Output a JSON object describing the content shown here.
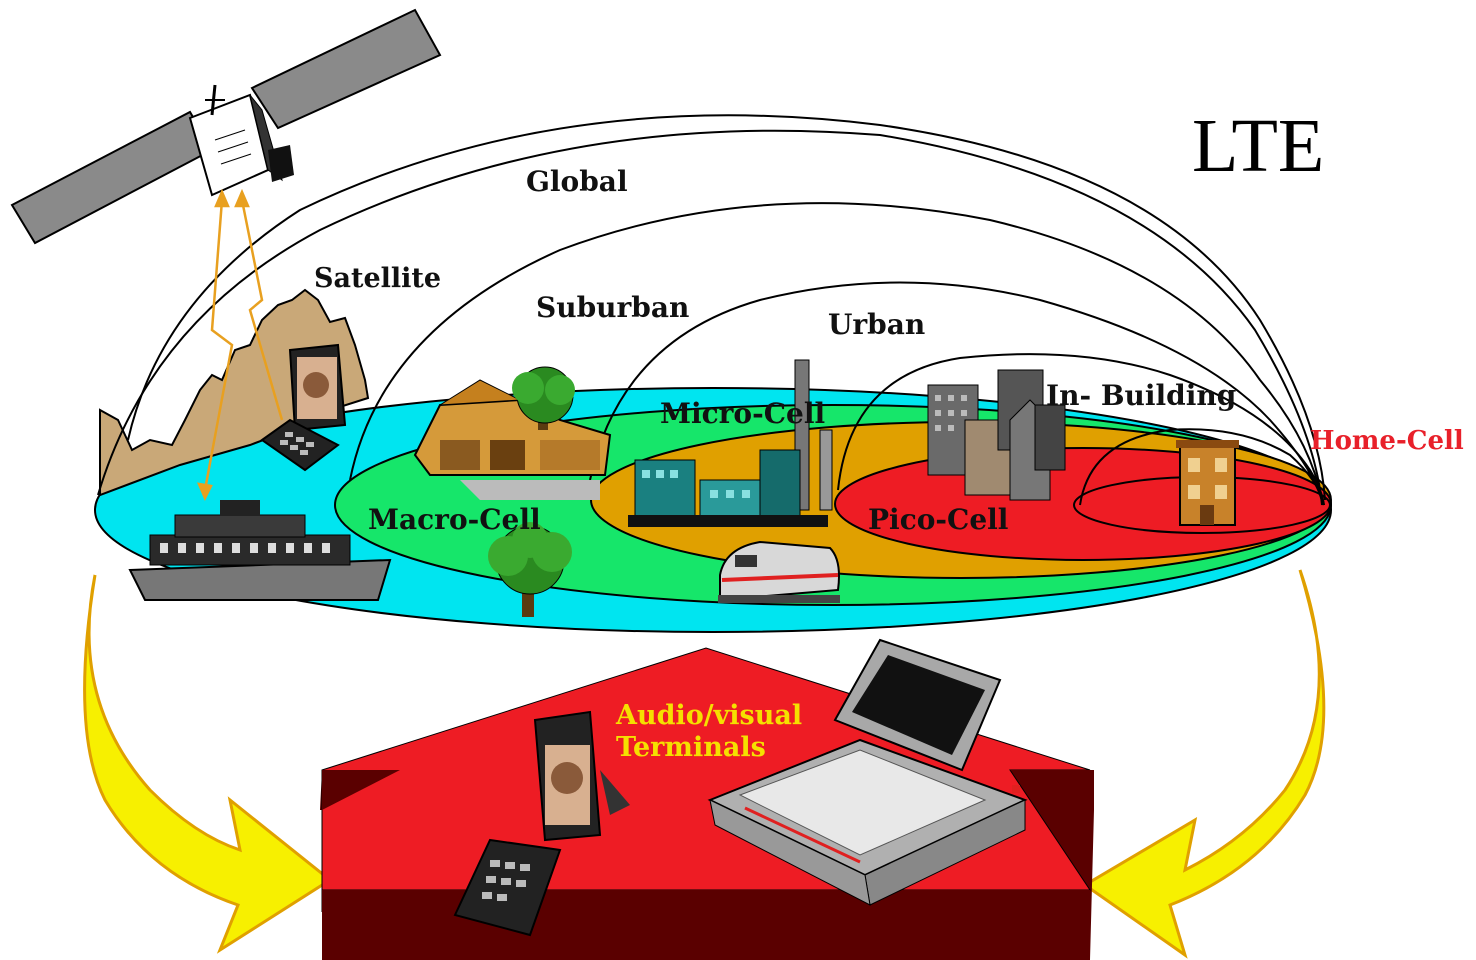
{
  "title": "LTE",
  "labels": {
    "global": "Global",
    "satellite": "Satellite",
    "suburban": "Suburban",
    "urban": "Urban",
    "micro_cell": "Micro-Cell",
    "in_building": "In- Building",
    "home_cell": "Home-Cell",
    "macro_cell": "Macro-Cell",
    "pico_cell": "Pico-Cell",
    "terminals_line1": "Audio/visual",
    "terminals_line2": "Terminals"
  },
  "colors": {
    "satellite_zone": "#00e5f0",
    "macro_zone": "#16e66a",
    "micro_zone": "#e0a000",
    "pico_zone": "#ee1c24",
    "home_cell_text": "#e8202a",
    "terminals_text": "#f5e000",
    "big_arrow": "#ee1c24",
    "big_arrow_shadow": "#5a0000",
    "yellow_arrows": "#f7f000"
  },
  "icons": [
    "satellite-icon",
    "mountain-icon",
    "ship-icon",
    "flip-phone-icon",
    "house-icon",
    "tree-icon",
    "factory-icon",
    "train-icon",
    "office-buildings-icon",
    "home-icon",
    "laptop-icon"
  ]
}
